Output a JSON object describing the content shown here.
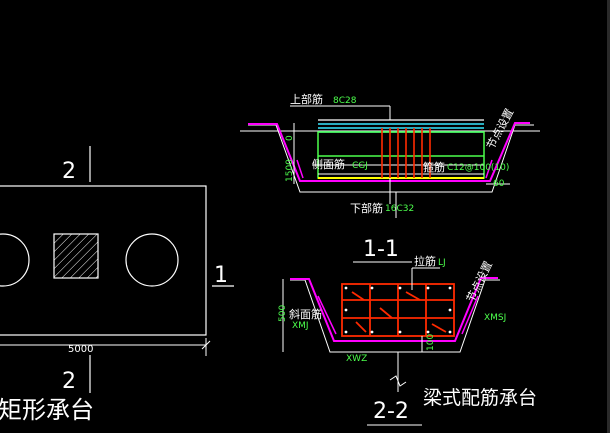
{
  "left_plan": {
    "section_mark_top": "2",
    "section_mark_bottom": "2",
    "section_mark_right": "1",
    "dimension": "5000",
    "caption": "矩形承台"
  },
  "section_1_1": {
    "label_top_bar": "上部筋",
    "label_top_bar_spec": "8C28",
    "label_side_bar": "侧面筋",
    "label_side_bar_spec": "CGJ",
    "label_stirrup": "箍筋",
    "label_stirrup_spec": "C12@100(10)",
    "label_bottom_bar": "下部筋",
    "label_bottom_bar_spec": "16C32",
    "label_node": "节点设置",
    "dim_left_top": "0",
    "dim_left_bottom": "1500",
    "dim_right": "60",
    "title": "1-1"
  },
  "section_2_2": {
    "label_tie": "拉筋",
    "label_tie_spec": "LJ",
    "label_slant": "斜面筋",
    "label_slant_spec": "XMJ",
    "label_slant_right_spec": "XMSJ",
    "label_node": "节点设置",
    "dim_height": "500",
    "dim_bottom": "XWZ",
    "dim_right_small": "100",
    "title": "2-2"
  },
  "caption_main": "梁式配筋承台",
  "colors": {
    "background": "#000000",
    "line_white": "#ffffff",
    "rebar_red": "#ff2a00",
    "rebar_green": "#4cff4c",
    "rebar_cyan": "#37e8ff",
    "rebar_yellow": "#ffff00",
    "outline_magenta": "#ff00ff"
  }
}
